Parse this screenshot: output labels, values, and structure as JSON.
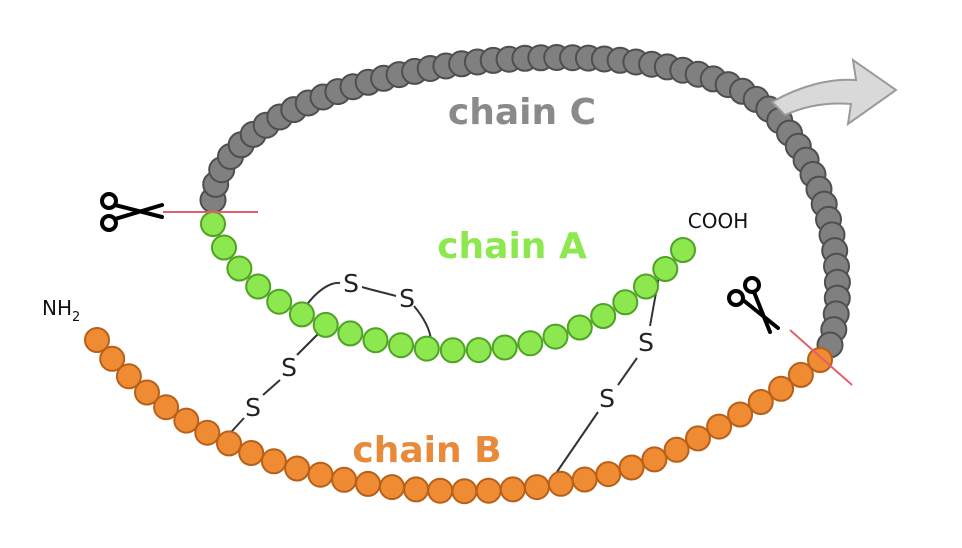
{
  "labels": {
    "chain_c": "chain C",
    "chain_a": "chain A",
    "chain_b": "chain B",
    "cooh": "COOH",
    "nh2_main": "NH",
    "nh2_sub": "2",
    "sulfur": "S"
  },
  "colors": {
    "chain_c_fill": "#808080",
    "chain_c_stroke": "#4f4f4f",
    "chain_a_fill": "#8ce84e",
    "chain_a_stroke": "#4ea224",
    "chain_b_fill": "#ef8b33",
    "chain_b_stroke": "#b8601a",
    "cut_line": "#e2606b",
    "bond_line": "#333333",
    "arrow_fill": "#d9d9d9",
    "arrow_stroke": "#9a9a9a",
    "chain_c_label": "#8a8a8a",
    "chain_a_label": "#8ce84e",
    "chain_b_label": "#e88a3a"
  },
  "icons": {
    "scissors": "scissors-icon",
    "arrow": "curved-arrow-icon"
  }
}
